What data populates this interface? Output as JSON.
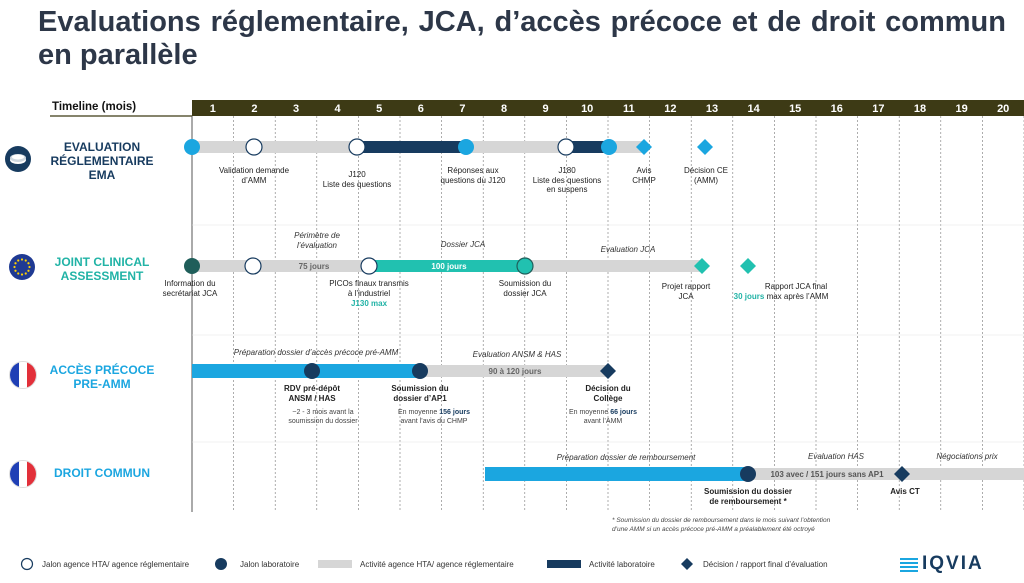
{
  "title": "Evaluations réglementaire, JCA, d’accès précoce et de droit commun en parallèle",
  "timeline_label": "Timeline (mois)",
  "months": [
    "1",
    "2",
    "3",
    "4",
    "5",
    "6",
    "7",
    "8",
    "9",
    "10",
    "11",
    "12",
    "13",
    "14",
    "15",
    "16",
    "17",
    "18",
    "19",
    "20"
  ],
  "colors": {
    "navy": "#173b5f",
    "blue": "#1ba6e0",
    "teal": "#21c1b0",
    "gray": "#d6d6d6",
    "dark_teal": "#1f5e5a"
  },
  "rows": {
    "ema": {
      "title": "EVALUATION\nRÉGLEMENTAIRE\nEMA",
      "labels": {
        "validation": "Validation demande\nd’AMM",
        "j120": "J120\nListe des questions",
        "reponses": "Réponses aux\nquestions du J120",
        "j180": "J180\nListe des questions\nen suspens",
        "avis": "Avis\nCHMP",
        "decision": "Décision CE\n(AMM)"
      }
    },
    "jca": {
      "title": "JOINT CLINICAL\nASSESSMENT",
      "perimetre": "Périmètre de\nl’évaluation",
      "dossier": "Dossier JCA",
      "evaluation": "Evaluation JCA",
      "days75": "75 jours",
      "days100": "100 jours",
      "labels": {
        "info": "Information du\nsecrétariat JCA",
        "picos": "PICOs finaux transmis\nà l’industriel",
        "j130": "J130 max",
        "soumission": "Soumission du\ndossier JCA",
        "projet": "Projet rapport\nJCA",
        "rapport_final": "Rapport JCA final",
        "rapport_days": "30 jours",
        "rapport_rest": "max après l’AMM"
      }
    },
    "ap": {
      "title": "ACCÈS PRÉCOCE\nPRE-AMM",
      "preparation": "Préparation dossier d’accès précoce pré-AMM",
      "evaluation": "Evaluation ANSM & HAS",
      "days": "90 à 120 jours",
      "labels": {
        "rdv": "RDV pré-dépôt\nANSM / HAS",
        "rdv_note": "~2 - 3 mois avant la\nsoumission du dossier",
        "soumission": "Soumission du\ndossier d’AP1",
        "soumission_pre": "En moyenne",
        "soumission_days": "156 jours",
        "soumission_post": "avant l’avis du CHMP",
        "decision": "Décision du\nCollège",
        "decision_pre": "En moyenne",
        "decision_days": "66 jours",
        "decision_post": "avant l’AMM"
      }
    },
    "dc": {
      "title": "DROIT COMMUN",
      "preparation": "Préparation dossier de remboursement",
      "evaluation": "Evaluation HAS",
      "negociations": "Négociations prix",
      "days": "103  avec / 151 jours sans AP1",
      "labels": {
        "soumission": "Soumission du dossier\nde remboursement *",
        "avis": "Avis CT"
      }
    }
  },
  "footnote": "* Soumission du dossier de remboursement dans le mois suivant l’obtention\nd’une AMM si un accès précoce pré-AMM a préalablement été octroyé",
  "legend": {
    "jalon_hta": "Jalon agence HTA/ agence réglementaire",
    "jalon_labo": "Jalon laboratoire",
    "activite_hta": "Activité agence HTA/ agence réglementaire",
    "activite_labo": "Activité laboratoire",
    "decision": "Décision / rapport final d’évaluation"
  },
  "logo": "IQVIA"
}
